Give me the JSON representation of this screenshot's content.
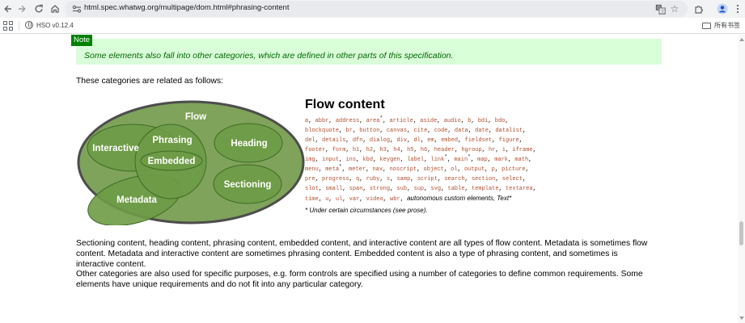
{
  "browser": {
    "url": "html.spec.whatwg.org/multipage/dom.html#phrasing-content",
    "nav_icons": [
      "back-arrow-icon",
      "forward-arrow-icon",
      "reload-icon",
      "home-icon"
    ],
    "right_icons": [
      "translate-icon",
      "star-bookmark-icon",
      "extensions-icon",
      "profile-icon",
      "more-menu-icon"
    ]
  },
  "bookmarks_bar": {
    "items": [
      {
        "label": "HSO v0.12.4",
        "icon": "globe-icon"
      }
    ],
    "all_bookmarks_label": "所有书签"
  },
  "page": {
    "note": {
      "label": "Note",
      "text": "Some elements also fall into other categories, which are defined in other parts of this specification."
    },
    "intro": "These categories are related as follows:",
    "venn": {
      "labels": {
        "flow": "Flow",
        "heading": "Heading",
        "interactive": "Interactive",
        "phrasing": "Phrasing",
        "embedded": "Embedded",
        "sectioning": "Sectioning",
        "metadata": "Metadata"
      },
      "colors": {
        "fill": "#7fa35a",
        "inner_fill": "#6e9b46",
        "stroke": "#4d4d4d",
        "inner_stroke": "#3f6b26"
      }
    },
    "flow_content": {
      "title": "Flow content",
      "elements": [
        "a",
        "abbr",
        "address",
        "area*",
        "article",
        "aside",
        "audio",
        "b",
        "bdi",
        "bdo",
        "blockquote",
        "br",
        "button",
        "canvas",
        "cite",
        "code",
        "data",
        "date",
        "datalist",
        "del",
        "details",
        "dfn",
        "dialog",
        "div",
        "dl",
        "em",
        "embed",
        "fieldset",
        "figure",
        "footer",
        "form",
        "h1",
        "h2",
        "h3",
        "h4",
        "h5",
        "h6",
        "header",
        "hgroup",
        "hr",
        "i",
        "iframe",
        "img",
        "input",
        "ins",
        "kbd",
        "keygen",
        "label",
        "link*",
        "main*",
        "map",
        "mark",
        "math",
        "menu",
        "meta*",
        "meter",
        "nav",
        "noscript",
        "object",
        "ol",
        "output",
        "p",
        "picture",
        "pre",
        "progress",
        "q",
        "ruby",
        "s",
        "samp",
        "script",
        "search",
        "section",
        "select",
        "slot",
        "small",
        "span",
        "strong",
        "sub",
        "sup",
        "svg",
        "table",
        "template",
        "textarea",
        "time",
        "u",
        "ul",
        "var",
        "video",
        "wbr"
      ],
      "trailing_text": "autonomous custom elements, Text*",
      "footnote": "* Under certain circumstances (see prose).",
      "element_color": "#b05030"
    },
    "paragraph_2": "Sectioning content, heading content, phrasing content, embedded content, and interactive content are all types of flow content. Metadata is sometimes flow content. Metadata and interactive content are sometimes phrasing content. Embedded content is also a type of phrasing content, and sometimes is interactive content.",
    "paragraph_3": "Other categories are also used for specific purposes, e.g. form controls are specified using a number of categories to define common requirements. Some elements have unique requirements and do not fit into any particular category."
  }
}
